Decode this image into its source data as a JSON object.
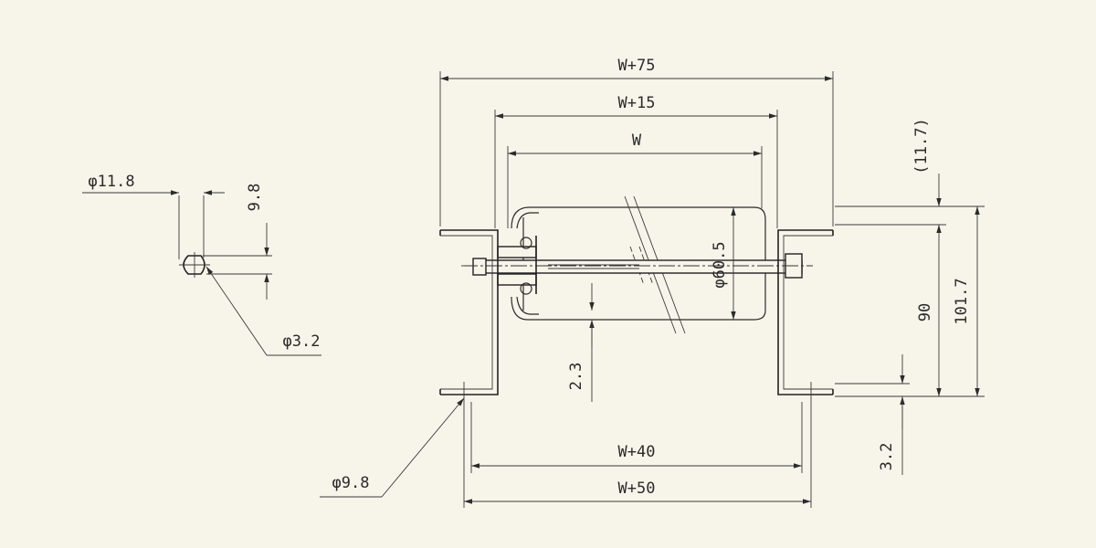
{
  "dimensions": {
    "w_plus_75": "W+75",
    "w_plus_15": "W+15",
    "w": "W",
    "w_plus_40": "W+40",
    "w_plus_50": "W+50",
    "h_11_7": "(11.7)",
    "h_101_7": "101.7",
    "h_90": "90",
    "h_3_2": "3.2",
    "h_2_3": "2.3",
    "dia_60_5": "φ60.5",
    "dia_9_8": "φ9.8",
    "dia_11_8": "φ11.8",
    "dia_3_2": "φ3.2",
    "detail_9_8": "9.8"
  }
}
